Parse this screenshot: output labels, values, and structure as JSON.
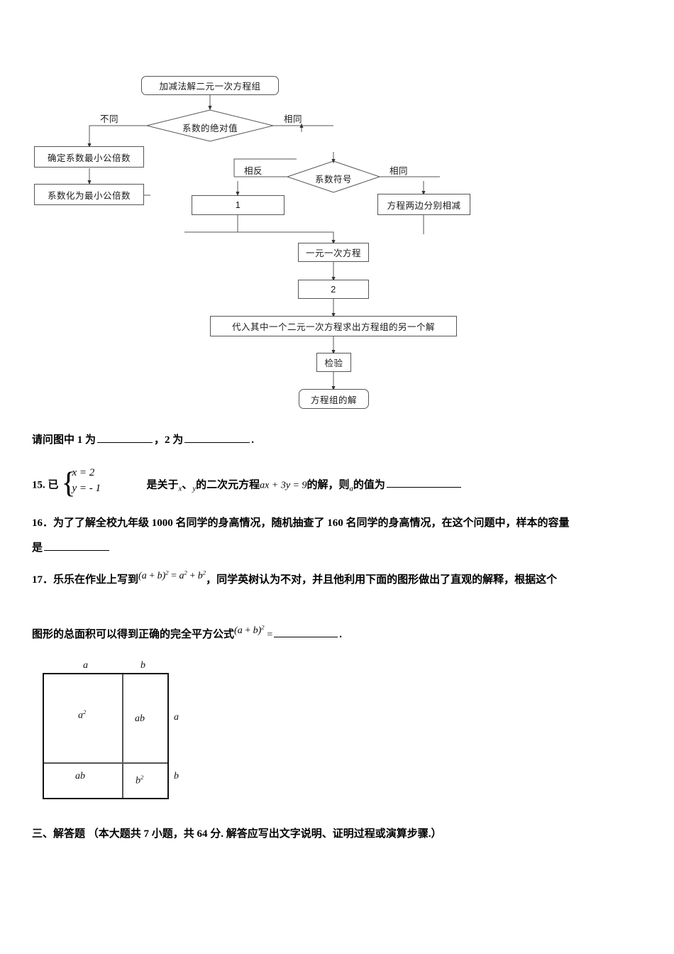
{
  "flowchart": {
    "title_box": "加减法解二元一次方程组",
    "decision1": "系数的绝对值",
    "decision1_left_label": "不同",
    "decision1_right_label": "相同",
    "decision2": "系数符号",
    "decision2_left_label": "相反",
    "decision2_right_label": "相同",
    "box_lcm_determine": "确定系数最小公倍数",
    "box_lcm_convert": "系数化为最小公倍数",
    "box_blank1": "1",
    "box_subtract": "方程两边分别相减",
    "box_linear_eq": "一元一次方程",
    "box_blank2": "2",
    "box_substitute": "代入其中一个二元一次方程求出方程组的另一个解",
    "box_check": "检验",
    "box_solution": "方程组的解"
  },
  "questions": {
    "prompt_line": {
      "pre": "请问图中 1 为",
      "mid": "，2 为",
      "post": "."
    },
    "q15": {
      "number": "15.",
      "lead": "已",
      "sys_row1": "x = 2",
      "sys_row2": "y = - 1",
      "t1": "是关于",
      "var1": "x",
      "sep": "、",
      "var2": "y",
      "t2": "的二次元方程",
      "equation": "ax + 3y = 9",
      "t3": "的解，则",
      "var3": "a",
      "t4": "的值为"
    },
    "q16": {
      "number": "16．",
      "line1": "为了了解全校九年级 1000 名同学的身高情况，随机抽查了 160 名同学的身高情况，在这个问题中，样本的容量",
      "line2_pre": "是"
    },
    "q17": {
      "number": "17．",
      "line1_pre": "乐乐在作业上写到",
      "formula_wrong": "(a + b)² = a² + b²",
      "line1_post": "，同学英树认为不对，并且他利用下面的图形做出了直观的解释，根据这个",
      "line2_pre": "图形的总面积可以得到正确的完全平方公式",
      "formula_right": "(a + b)²",
      "eq": "=",
      "line2_post": "."
    }
  },
  "figure_square": {
    "top_left_label": "a",
    "top_right_label": "b",
    "right_top_label": "a",
    "right_bottom_label": "b",
    "cell_a2": "a²",
    "cell_ab_right": "ab",
    "cell_ab_bottom": "ab",
    "cell_b2": "b²"
  },
  "section": {
    "heading": "三、解答题 （本大题共 7 小题，共 64 分. 解答应写出文字说明、证明过程或演算步骤.）"
  }
}
